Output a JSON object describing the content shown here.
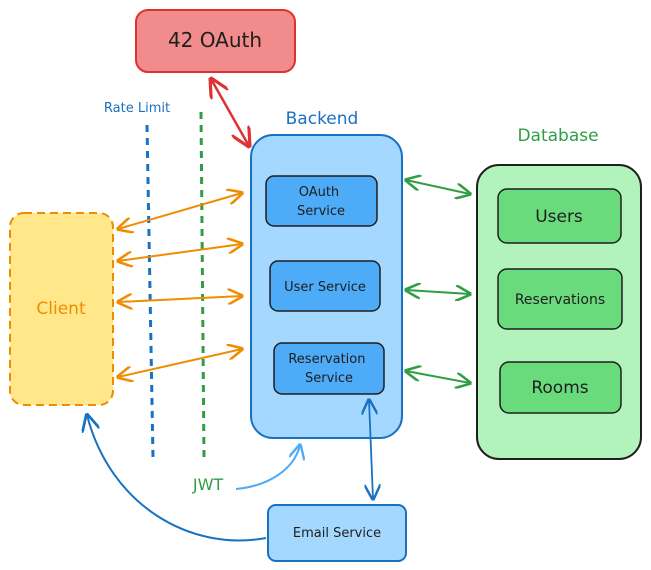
{
  "nodes": {
    "oauth_provider": "42 OAuth",
    "client": "Client",
    "backend_title": "Backend",
    "backend_oauth_service": [
      "OAuth",
      "Service"
    ],
    "backend_user_service": "User Service",
    "backend_reservation_service": [
      "Reservation",
      "Service"
    ],
    "database_title": "Database",
    "db_users": "Users",
    "db_reservations": "Reservations",
    "db_rooms": "Rooms",
    "email_service": "Email Service"
  },
  "labels": {
    "rate_limit": "Rate Limit",
    "jwt": "JWT"
  },
  "colors": {
    "oauth_fill": "#f28b8b",
    "oauth_stroke": "#e03131",
    "client_fill": "#ffe78a",
    "client_stroke": "#f08c00",
    "client_text": "#f08c00",
    "backend_fill": "#a5d8ff",
    "backend_stroke": "#1971c2",
    "service_fill": "#4dabf7",
    "database_fill": "#b2f2bb",
    "database_stroke": "#1e1e1e",
    "table_fill": "#69db7c",
    "database_title": "#2f9e44",
    "rate_limit_line": "#1971c2",
    "jwt_line": "#2f9e44",
    "client_arrows": "#f08c00",
    "db_arrows": "#2f9e44",
    "oauth_arrow": "#e03131",
    "email_arrows": "#1971c2",
    "jwt_arrow": "#4dabf7",
    "text": "#1e1e1e"
  }
}
